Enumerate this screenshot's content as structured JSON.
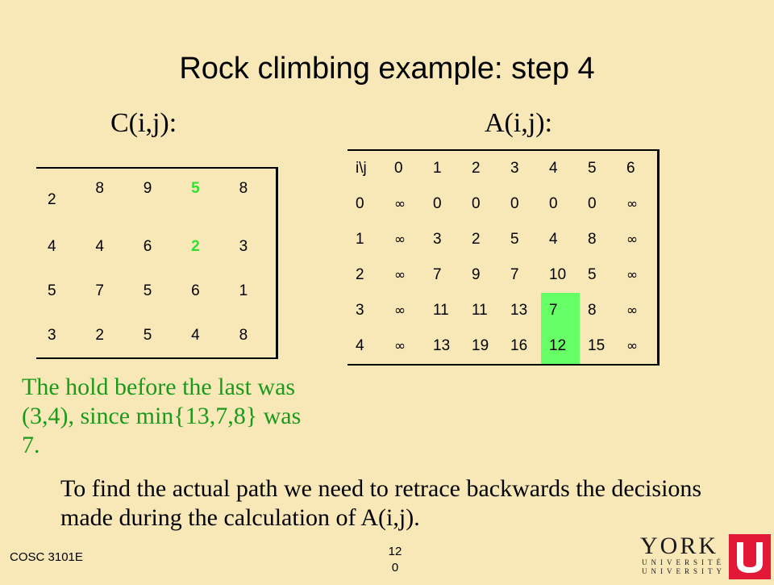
{
  "title": "Rock climbing example: step 4",
  "c_label": "C(i,j):",
  "a_label": "A(i,j):",
  "c_table": {
    "rows": [
      [
        "2",
        "8",
        "9",
        "5",
        "8"
      ],
      [
        "4",
        "4",
        "6",
        "2",
        "3"
      ],
      [
        "5",
        "7",
        "5",
        "6",
        "1"
      ],
      [
        "3",
        "2",
        "5",
        "4",
        "8"
      ]
    ],
    "highlight_color": "#33dd33"
  },
  "a_table": {
    "header": [
      "i\\j",
      "0",
      "1",
      "2",
      "3",
      "4",
      "5",
      "6"
    ],
    "rows": [
      [
        "0",
        "∞",
        "0",
        "0",
        "0",
        "0",
        "0",
        "∞"
      ],
      [
        "1",
        "∞",
        "3",
        "2",
        "5",
        "4",
        "8",
        "∞"
      ],
      [
        "2",
        "∞",
        "7",
        "9",
        "7",
        "10",
        "5",
        "∞"
      ],
      [
        "3",
        "∞",
        "11",
        "11",
        "13",
        "7",
        "8",
        "∞"
      ],
      [
        "4",
        "∞",
        "13",
        "19",
        "16",
        "12",
        "15",
        "∞"
      ]
    ],
    "highlight_color": "#66ff66"
  },
  "green_note": "The hold before the last was  (3,4), since min{13,7,8} was 7.",
  "black_note": "To find the actual path we need to retrace backwards the decisions made during the calculation of A(i,j).",
  "footer": {
    "course": "COSC 3101E",
    "page_line1": "12",
    "page_line2": "0"
  },
  "logo": {
    "name": "YORK",
    "sub1": "UNIVERSITÉ",
    "sub2": "UNIVERSITY",
    "color": "#e31837"
  }
}
